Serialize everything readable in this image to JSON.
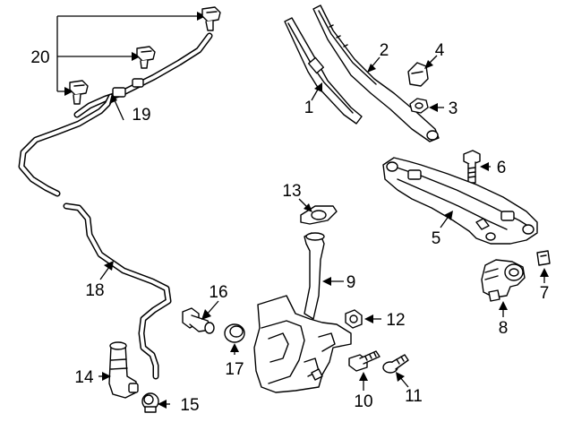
{
  "diagram": {
    "callouts": [
      {
        "id": "1",
        "part": "wiper-blade"
      },
      {
        "id": "2",
        "part": "wiper-arm"
      },
      {
        "id": "3",
        "part": "arm-nut"
      },
      {
        "id": "4",
        "part": "arm-cap"
      },
      {
        "id": "5",
        "part": "wiper-linkage"
      },
      {
        "id": "6",
        "part": "linkage-bolt"
      },
      {
        "id": "7",
        "part": "clip"
      },
      {
        "id": "8",
        "part": "wiper-motor"
      },
      {
        "id": "9",
        "part": "washer-reservoir"
      },
      {
        "id": "10",
        "part": "reservoir-bolt"
      },
      {
        "id": "11",
        "part": "reservoir-screw"
      },
      {
        "id": "12",
        "part": "reservoir-nut"
      },
      {
        "id": "13",
        "part": "filler-cap"
      },
      {
        "id": "14",
        "part": "washer-pump"
      },
      {
        "id": "15",
        "part": "pump-grommet"
      },
      {
        "id": "16",
        "part": "level-sensor"
      },
      {
        "id": "17",
        "part": "sensor-grommet"
      },
      {
        "id": "18",
        "part": "washer-hose"
      },
      {
        "id": "19",
        "part": "nozzle-hose"
      },
      {
        "id": "20",
        "part": "washer-nozzle"
      }
    ]
  }
}
